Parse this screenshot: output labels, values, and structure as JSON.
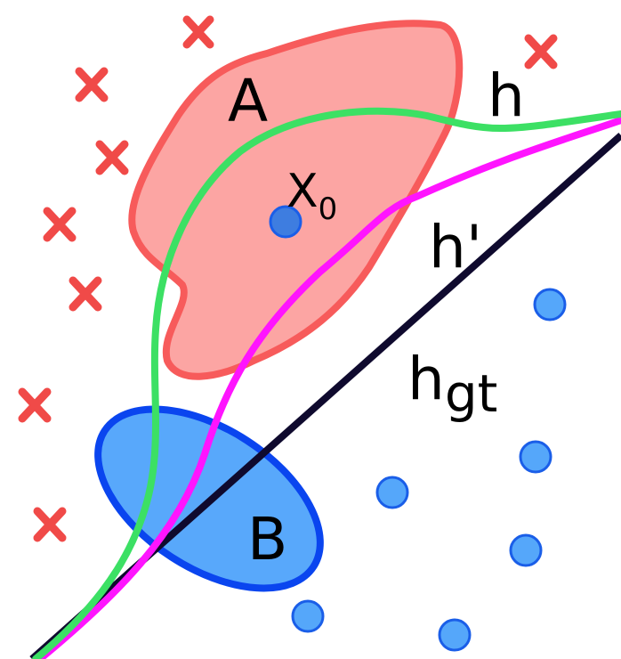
{
  "labels": {
    "region_a": "A",
    "region_b": "B",
    "point_x": "X",
    "point_x_sub": "0",
    "curve_h": "h",
    "curve_h_prime": "h'",
    "curve_hgt": "h",
    "curve_hgt_sub": "gt"
  },
  "colors": {
    "region_a_fill": "#fca5a3",
    "region_a_stroke": "#f75b5b",
    "region_b_fill": "#58a8fb",
    "region_b_stroke": "#0a45ef",
    "negative_marker": "#f04a48",
    "positive_point_fill": "#55a7fa",
    "positive_point_stroke": "#1a5ee8",
    "x0_point_fill": "#3e7de0",
    "curve_h": "#3ce064",
    "curve_h_prime": "#ff14ff",
    "curve_hgt": "#0f0a2e"
  },
  "markers": {
    "negative_icon": "x-cross-icon",
    "positive_icon": "dot-icon"
  }
}
